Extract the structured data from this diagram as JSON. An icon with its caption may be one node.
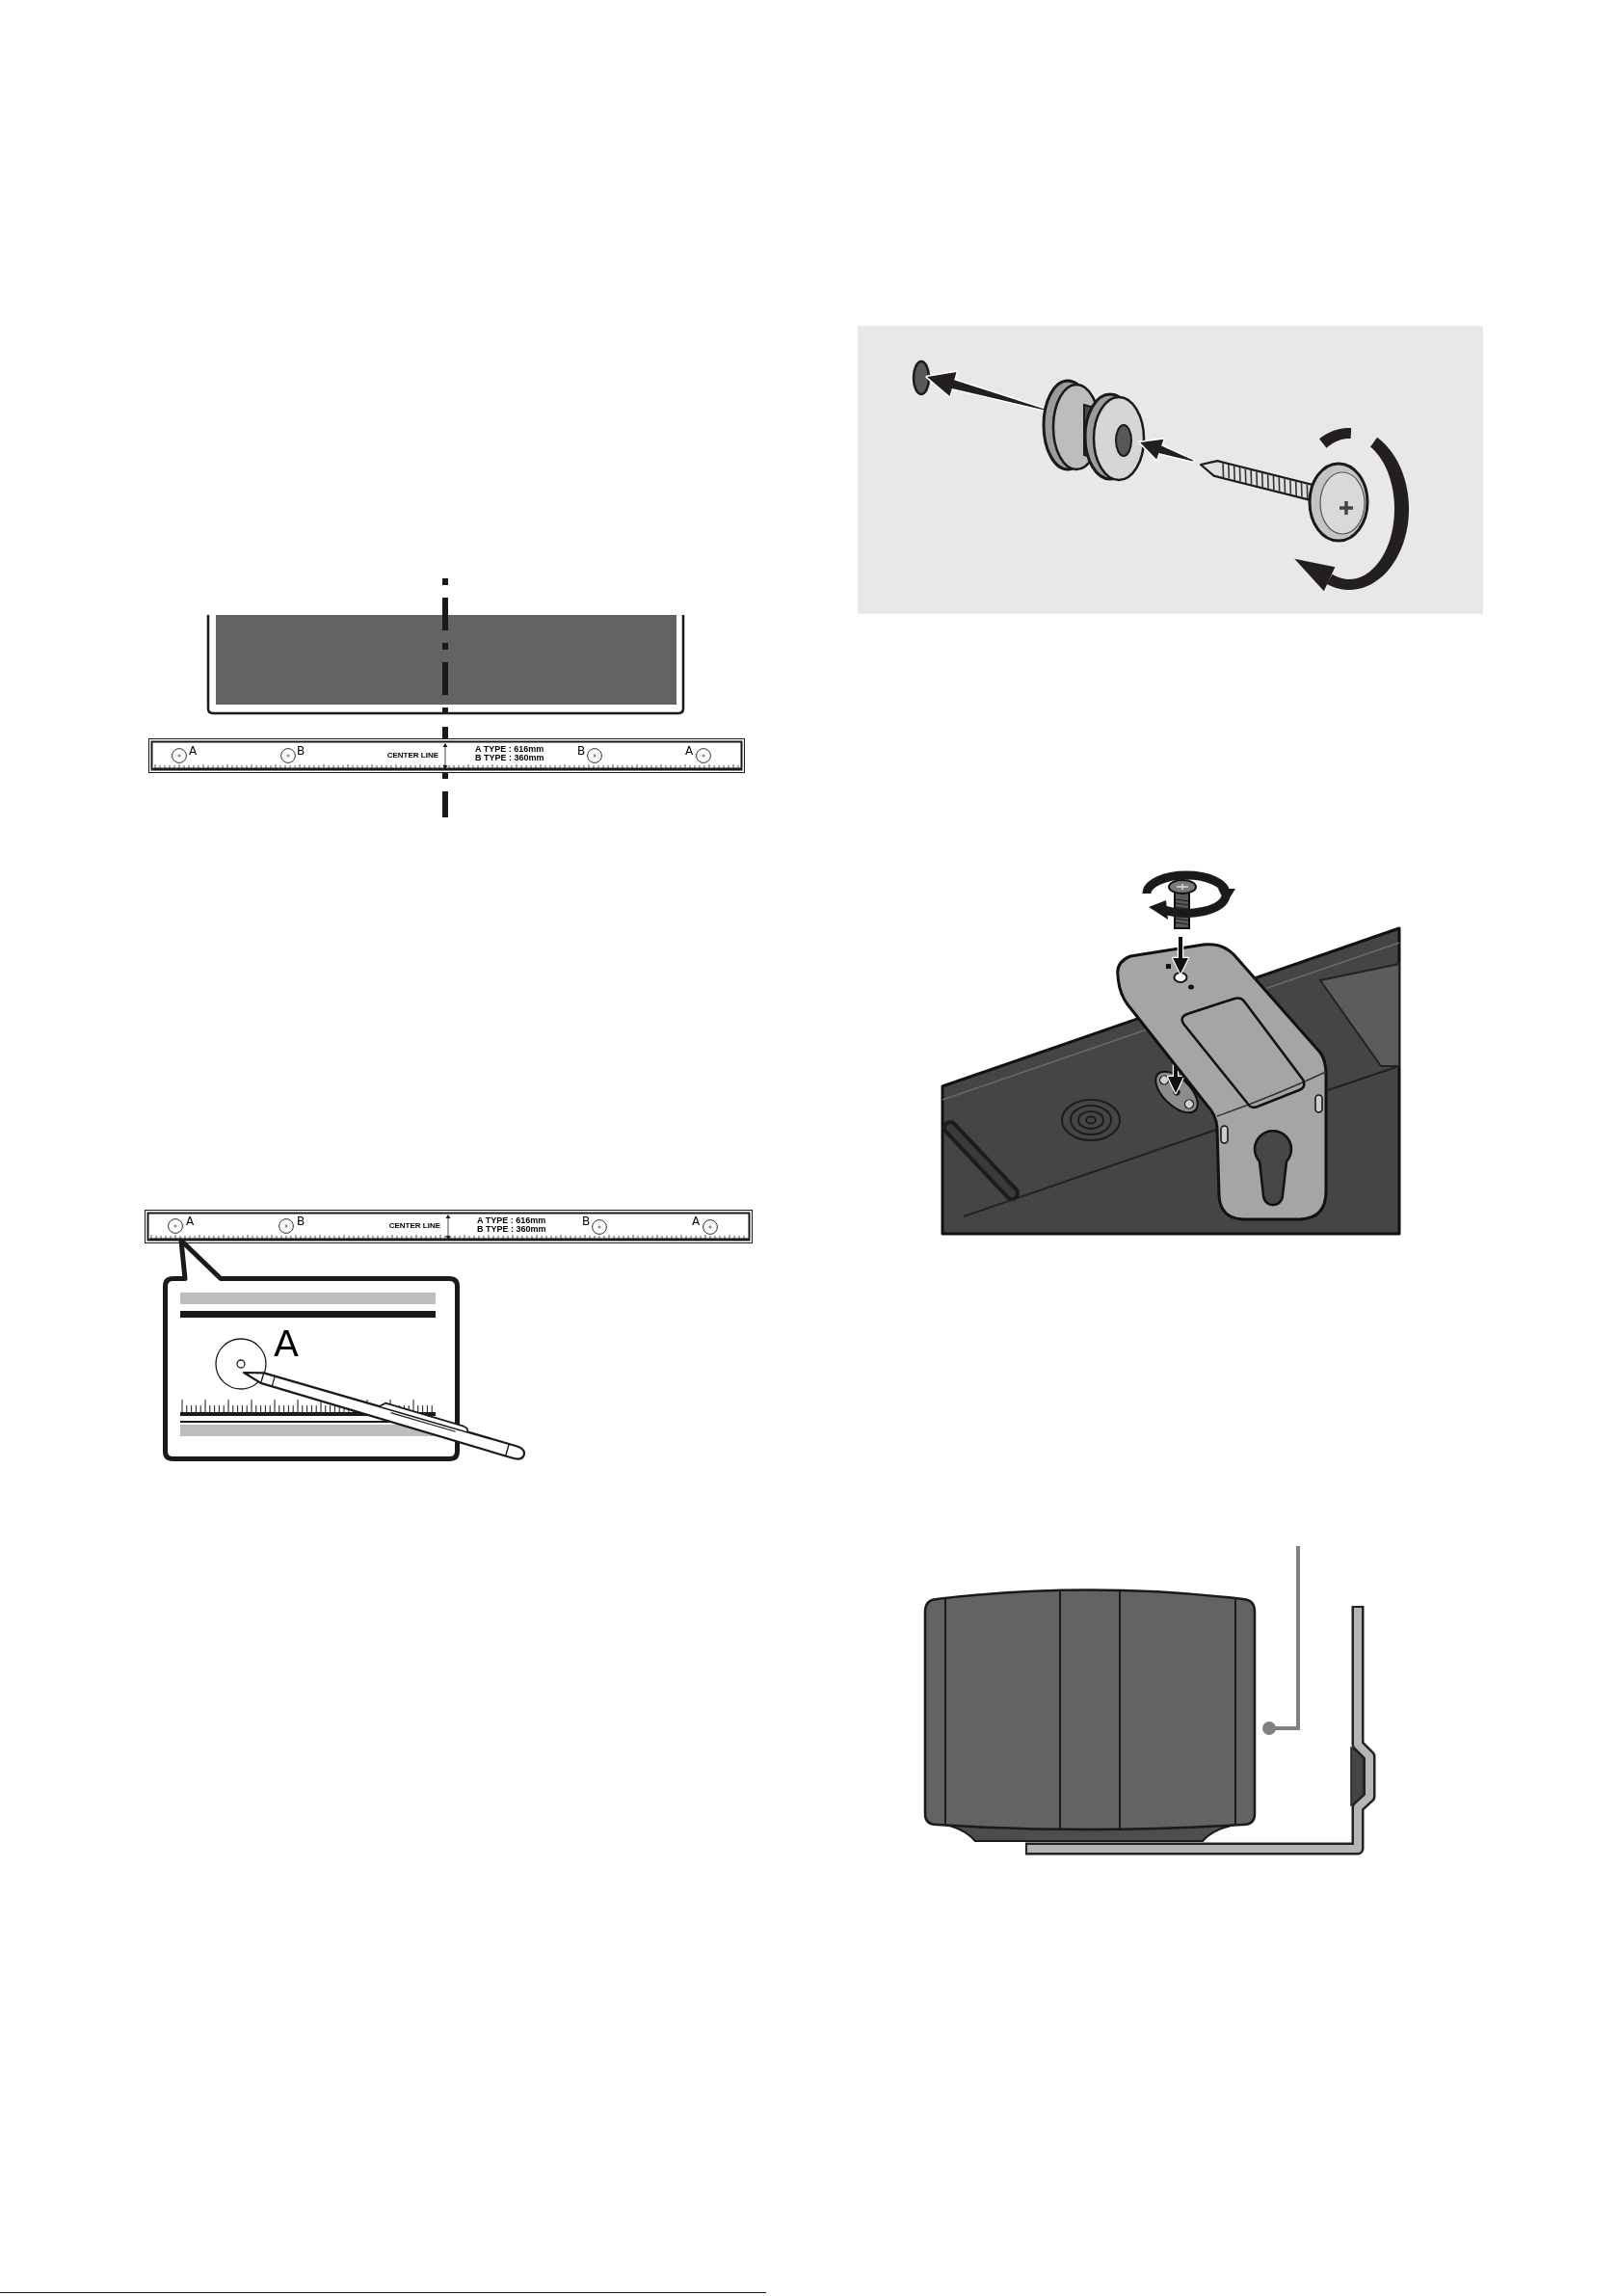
{
  "diagram": {
    "nodes": [
      {
        "text": [
          "A",
          "B",
          "CENTER LINE",
          "A TYPE : 616mm",
          "B TYPE : 360mm",
          "B",
          "A"
        ]
      },
      {
        "text": [
          "A",
          "B",
          "CENTER LINE",
          "A TYPE : 616mm",
          "B TYPE : 360mm",
          "B",
          "A"
        ]
      },
      {
        "text": [
          "A"
        ]
      }
    ]
  }
}
